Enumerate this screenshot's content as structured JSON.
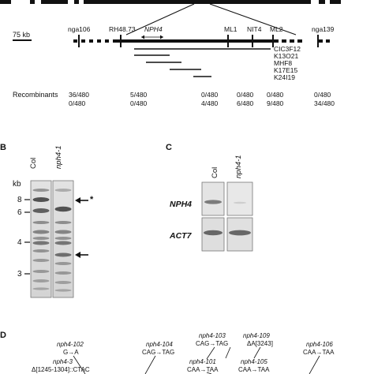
{
  "panel_a": {
    "scale_bar": "75 kb",
    "top_markers": [
      {
        "label": "nga106"
      },
      {
        "label": "RH48.73"
      },
      {
        "label": "NPH4"
      },
      {
        "label": "ML1"
      },
      {
        "label": "NIT4"
      },
      {
        "label": "ML2"
      },
      {
        "label": "nga139"
      }
    ],
    "clones": [
      "CIC3F12",
      "K13O21",
      "MHF8",
      "K17E15",
      "K24I19"
    ],
    "recombinants_label": "Recombinants",
    "recomb_row1": [
      "36/480",
      "5/480",
      "0/480",
      "0/480",
      "0/480",
      "0/480"
    ],
    "recomb_row2": [
      "0/480",
      "0/480",
      "4/480",
      "6/480",
      "9/480",
      "34/480"
    ]
  },
  "panel_b": {
    "letter": "B",
    "lanes": [
      "Col",
      "nph4-1"
    ],
    "axis_unit": "kb",
    "ticks": [
      "8",
      "6",
      "4",
      "3"
    ],
    "star": "*"
  },
  "panel_c": {
    "letter": "C",
    "lanes": [
      "Col",
      "nph4-1"
    ],
    "rows": [
      "NPH4",
      "ACT7"
    ]
  },
  "panel_d": {
    "letter": "D",
    "alleles": [
      {
        "name": "nph4-102",
        "change": "G→A"
      },
      {
        "name": "nph4-3",
        "change": "Δ[1245-1304]::CTAC"
      },
      {
        "name": "nph4-104",
        "change": "CAG→TAG"
      },
      {
        "name": "nph4-103",
        "change": "CAG→TAG"
      },
      {
        "name": "nph4-101",
        "change": "CAA→TAA"
      },
      {
        "name": "nph4-109",
        "change": "ΔA[3243]"
      },
      {
        "name": "nph4-105",
        "change": "CAA→TAA"
      },
      {
        "name": "nph4-106",
        "change": "CAA→TAA"
      }
    ]
  }
}
